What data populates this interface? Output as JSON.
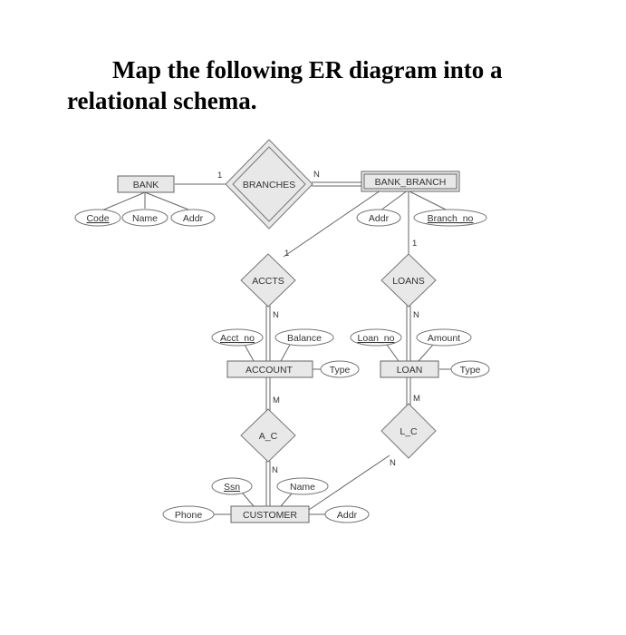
{
  "title": {
    "line1": "Map the following ER diagram into a",
    "line2": "relational schema."
  },
  "entities": {
    "bank": "BANK",
    "bank_branch": "BANK_BRANCH",
    "account": "ACCOUNT",
    "loan": "LOAN",
    "customer": "CUSTOMER"
  },
  "relationships": {
    "branches": "BRANCHES",
    "accts": "ACCTS",
    "loans": "LOANS",
    "a_c": "A_C",
    "l_c": "L_C"
  },
  "attributes": {
    "bank_code": "Code",
    "bank_name": "Name",
    "bank_addr": "Addr",
    "branch_addr": "Addr",
    "branch_no": "Branch_no",
    "acct_no": "Acct_no",
    "balance": "Balance",
    "account_type": "Type",
    "loan_no": "Loan_no",
    "amount": "Amount",
    "loan_type": "Type",
    "ssn": "Ssn",
    "cust_name": "Name",
    "phone": "Phone",
    "cust_addr": "Addr"
  },
  "cardinalities": {
    "branches_bank": "1",
    "branches_branch": "N",
    "accts_branch": "1",
    "accts_account": "N",
    "loans_branch": "1",
    "loans_loan": "N",
    "ac_account": "M",
    "ac_customer": "N",
    "lc_loan": "M",
    "lc_customer": "N"
  }
}
